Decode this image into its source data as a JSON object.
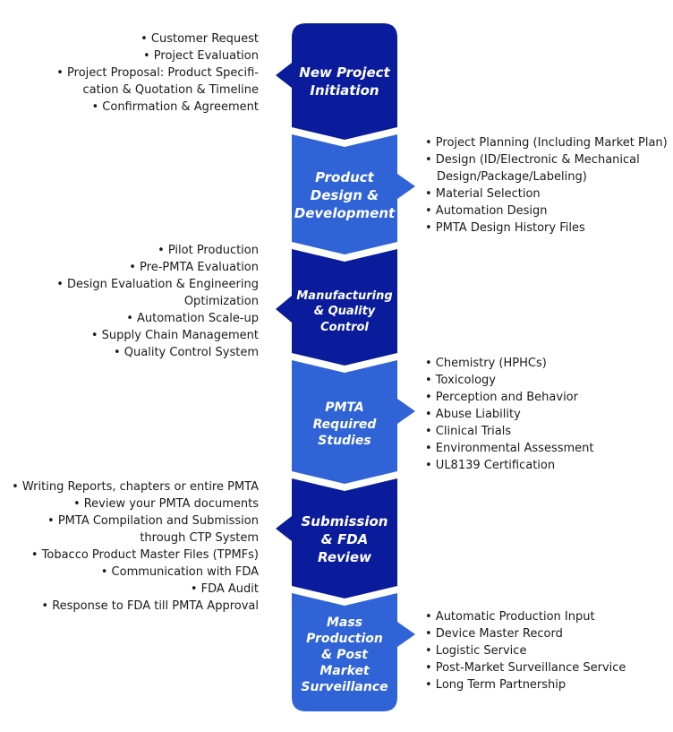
{
  "colors": {
    "dark_blue": "#0a1c9b",
    "mid_blue": "#2f63d6",
    "text": "#1a1a1a",
    "background": "#ffffff"
  },
  "stages": [
    {
      "title": "New Project\nInitiation",
      "items": [
        "• Customer Request",
        "• Project Evaluation",
        "• Project Proposal: Product Specifi-",
        "cation & Quotation & Timeline",
        "• Confirmation & Agreement"
      ]
    },
    {
      "title": "Product\nDesign &\nDevelopment",
      "items": [
        "• Project Planning (Including Market Plan)",
        "• Design (ID/Electronic & Mechanical Design/Package/Labeling)",
        "• Material Selection",
        "• Automation Design",
        "• PMTA Design History Files"
      ]
    },
    {
      "title": "Manufacturing\n& Quality\nControl",
      "items": [
        "• Pilot Production",
        "• Pre-PMTA Evaluation",
        "• Design Evaluation & Engineering",
        "Optimization",
        "• Automation Scale-up",
        "• Supply Chain Management",
        "• Quality Control System"
      ]
    },
    {
      "title": "PMTA\nRequired\nStudies",
      "items": [
        "• Chemistry (HPHCs)",
        "• Toxicology",
        "• Perception and Behavior",
        "• Abuse Liability",
        "• Clinical Trials",
        "• Environmental Assessment",
        "• UL8139 Certification"
      ]
    },
    {
      "title": "Submission\n& FDA\nReview",
      "items": [
        "• Writing Reports, chapters or entire PMTA",
        "• Review your PMTA documents",
        "• PMTA Compilation and Submission",
        "through CTP System",
        "• Tobacco Product Master Files (TPMFs)",
        "• Communication with FDA",
        "• FDA Audit",
        "• Response to FDA till PMTA Approval"
      ]
    },
    {
      "title": "Mass\nProduction\n& Post\nMarket\nSurveillance",
      "items": [
        "• Automatic Production Input",
        "• Device Master Record",
        "• Logistic Service",
        "• Post-Market Surveillance Service",
        "• Long Term Partnership"
      ]
    }
  ]
}
